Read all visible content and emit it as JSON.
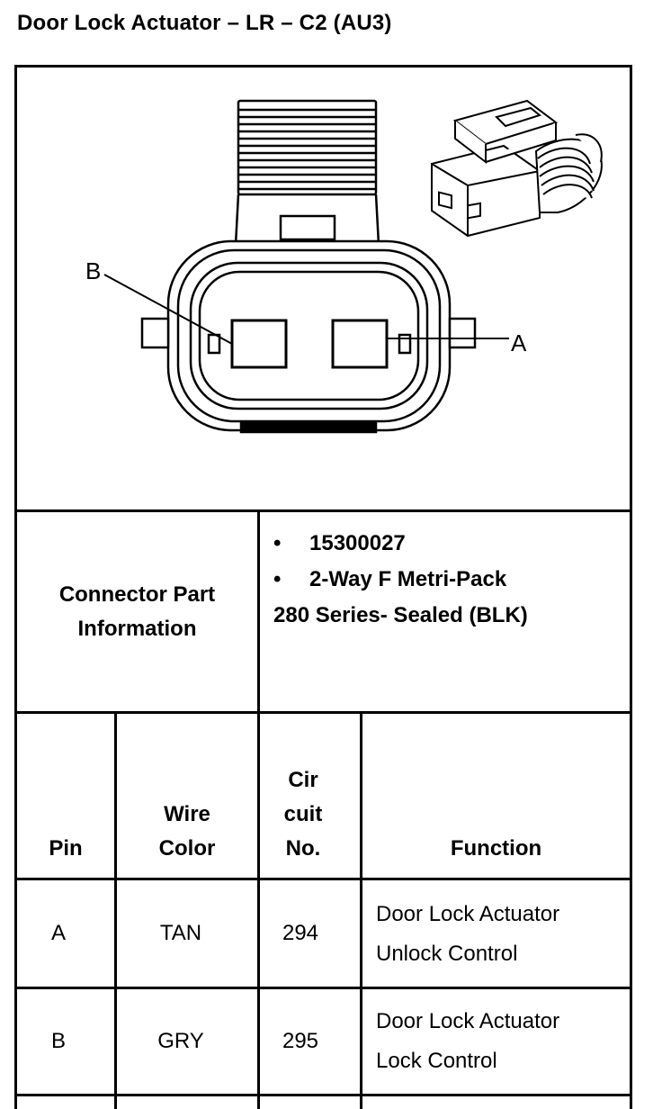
{
  "title": "Door Lock Actuator – LR – C2 (AU3)",
  "diagram": {
    "label_b": "B",
    "label_a": "A"
  },
  "part_info": {
    "label_line1": "Connector Part",
    "label_line2": "Information",
    "bullet": "•",
    "part_number": "15300027",
    "description_line1": "2-Way F Metri-Pack",
    "description_line2": "280 Series- Sealed (BLK)"
  },
  "table": {
    "headers": {
      "pin": "Pin",
      "wire_color_line1": "Wire",
      "wire_color_line2": "Color",
      "circuit_line1": "Cir",
      "circuit_line2": "cuit",
      "circuit_line3": "No.",
      "function": "Function"
    },
    "rows": [
      {
        "pin": "A",
        "wire_color": "TAN",
        "circuit": "294",
        "function_line1": "Door Lock Actuator",
        "function_line2": "Unlock Control"
      },
      {
        "pin": "B",
        "wire_color": "GRY",
        "circuit": "295",
        "function_line1": "Door Lock Actuator",
        "function_line2": "Lock Control"
      }
    ]
  }
}
